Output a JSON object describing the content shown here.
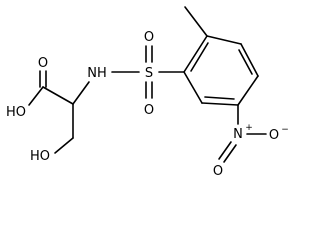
{
  "molecule": {
    "labels": {
      "nh": "NH",
      "sulfur": "S",
      "sulfonyl_o_top": "O",
      "sulfonyl_o_bottom": "O",
      "acid_oh": "HO",
      "acid_carbonyl_o": "O",
      "hydroxyl": "HO",
      "nitro_n": "N",
      "nitro_n_charge": "+",
      "nitro_o_double": "O",
      "nitro_o_single": "O",
      "nitro_o_charge": "−"
    }
  }
}
